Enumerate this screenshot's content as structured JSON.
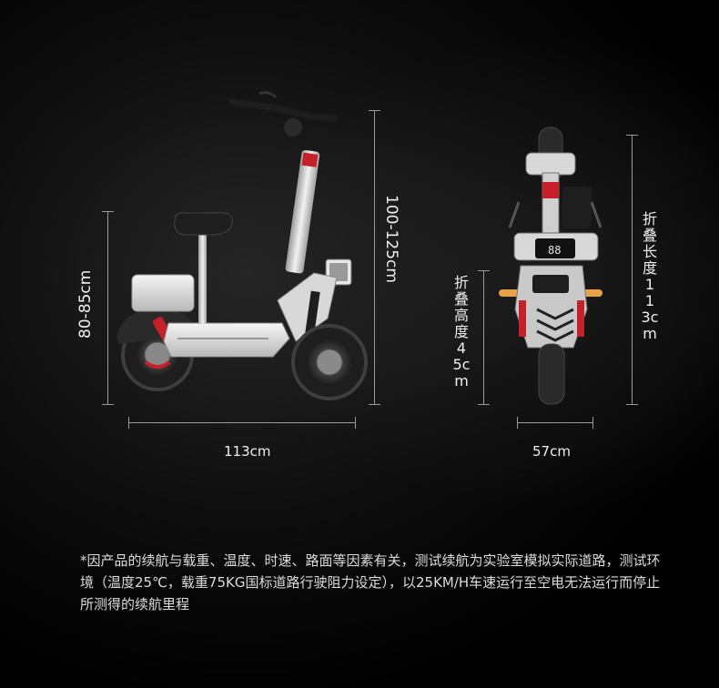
{
  "side_view": {
    "height_label": "100-125cm",
    "seat_height_label": "80-85cm",
    "length_label": "113cm"
  },
  "rear_view": {
    "folded_height_label": "折叠高度45cm",
    "folded_length_label": "折叠长度113cm",
    "width_label": "57cm"
  },
  "footnote": "*因产品的续航与载重、温度、时速、路面等因素有关，测试续航为实验室模拟实际道路，测试环境（温度25℃，载重75KG国标道路行驶阻力设定），以25KM/H车速运行至空电无法运行而停止所测得的续航里程",
  "display": {
    "speed": "88"
  },
  "colors": {
    "background": "#000000",
    "frame": "#d9d9d9",
    "accent_red": "#c8202a",
    "tire": "#2a2a2a",
    "text": "#f0f0f0"
  }
}
